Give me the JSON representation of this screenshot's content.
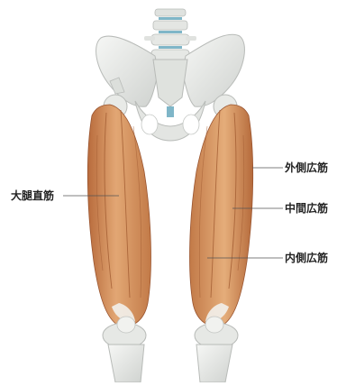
{
  "labels": {
    "rectus_femoris": "大腿直筋",
    "vastus_lateralis": "外側広筋",
    "vastus_intermedius": "中間広筋",
    "vastus_medialis": "内側広筋"
  },
  "colors": {
    "bone": "#e9ebe8",
    "bone_shadow": "#c9ccc9",
    "spine_disc": "#7fb6c8",
    "muscle_light": "#e7b07c",
    "muscle_mid": "#d8935c",
    "muscle_dark": "#b86b3c",
    "leader_line": "#555555",
    "label_text": "#222222"
  }
}
